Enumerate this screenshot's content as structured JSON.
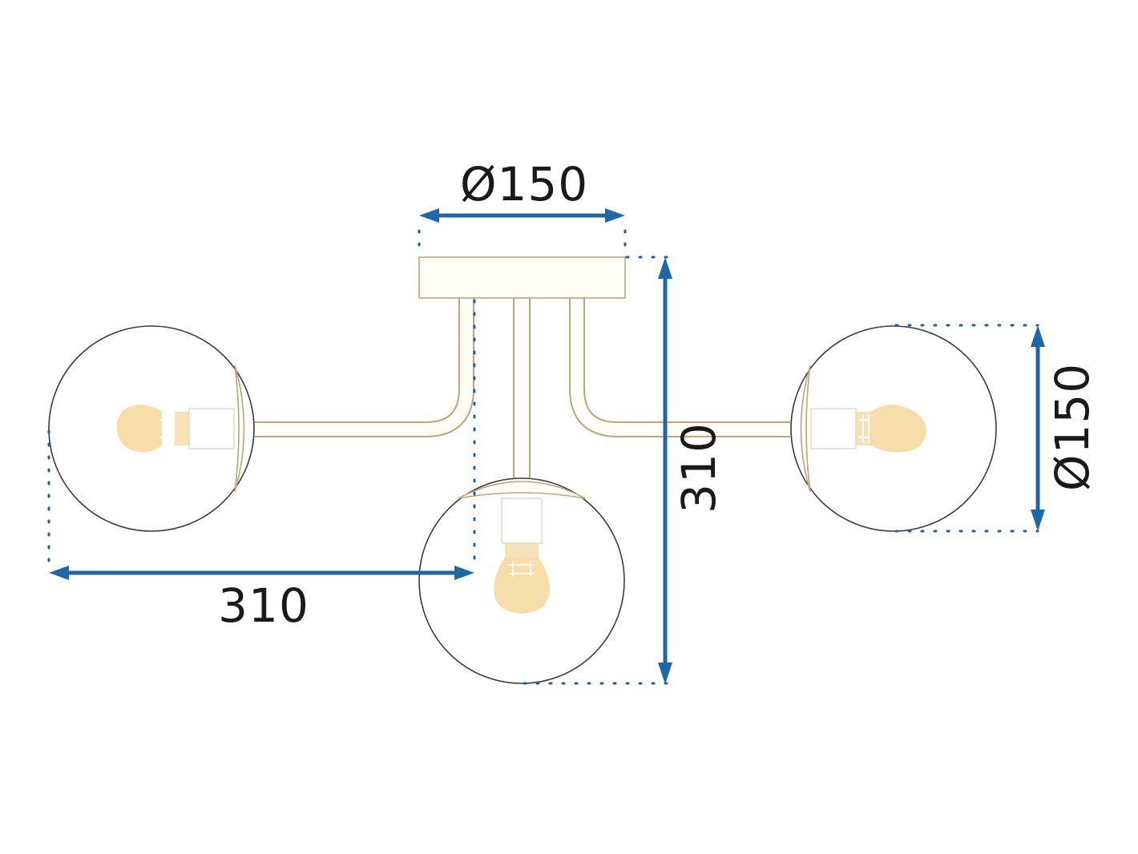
{
  "dimensions": {
    "canopy_diameter": "Ø150",
    "globe_diameter": "Ø150",
    "width": "310",
    "height": "310"
  },
  "colors": {
    "dimension_blue": "#1f67a8",
    "brass_outline": "#b8a77e",
    "globe_outline": "#3a3a3a",
    "bulb_amber": "#f6d79a"
  }
}
